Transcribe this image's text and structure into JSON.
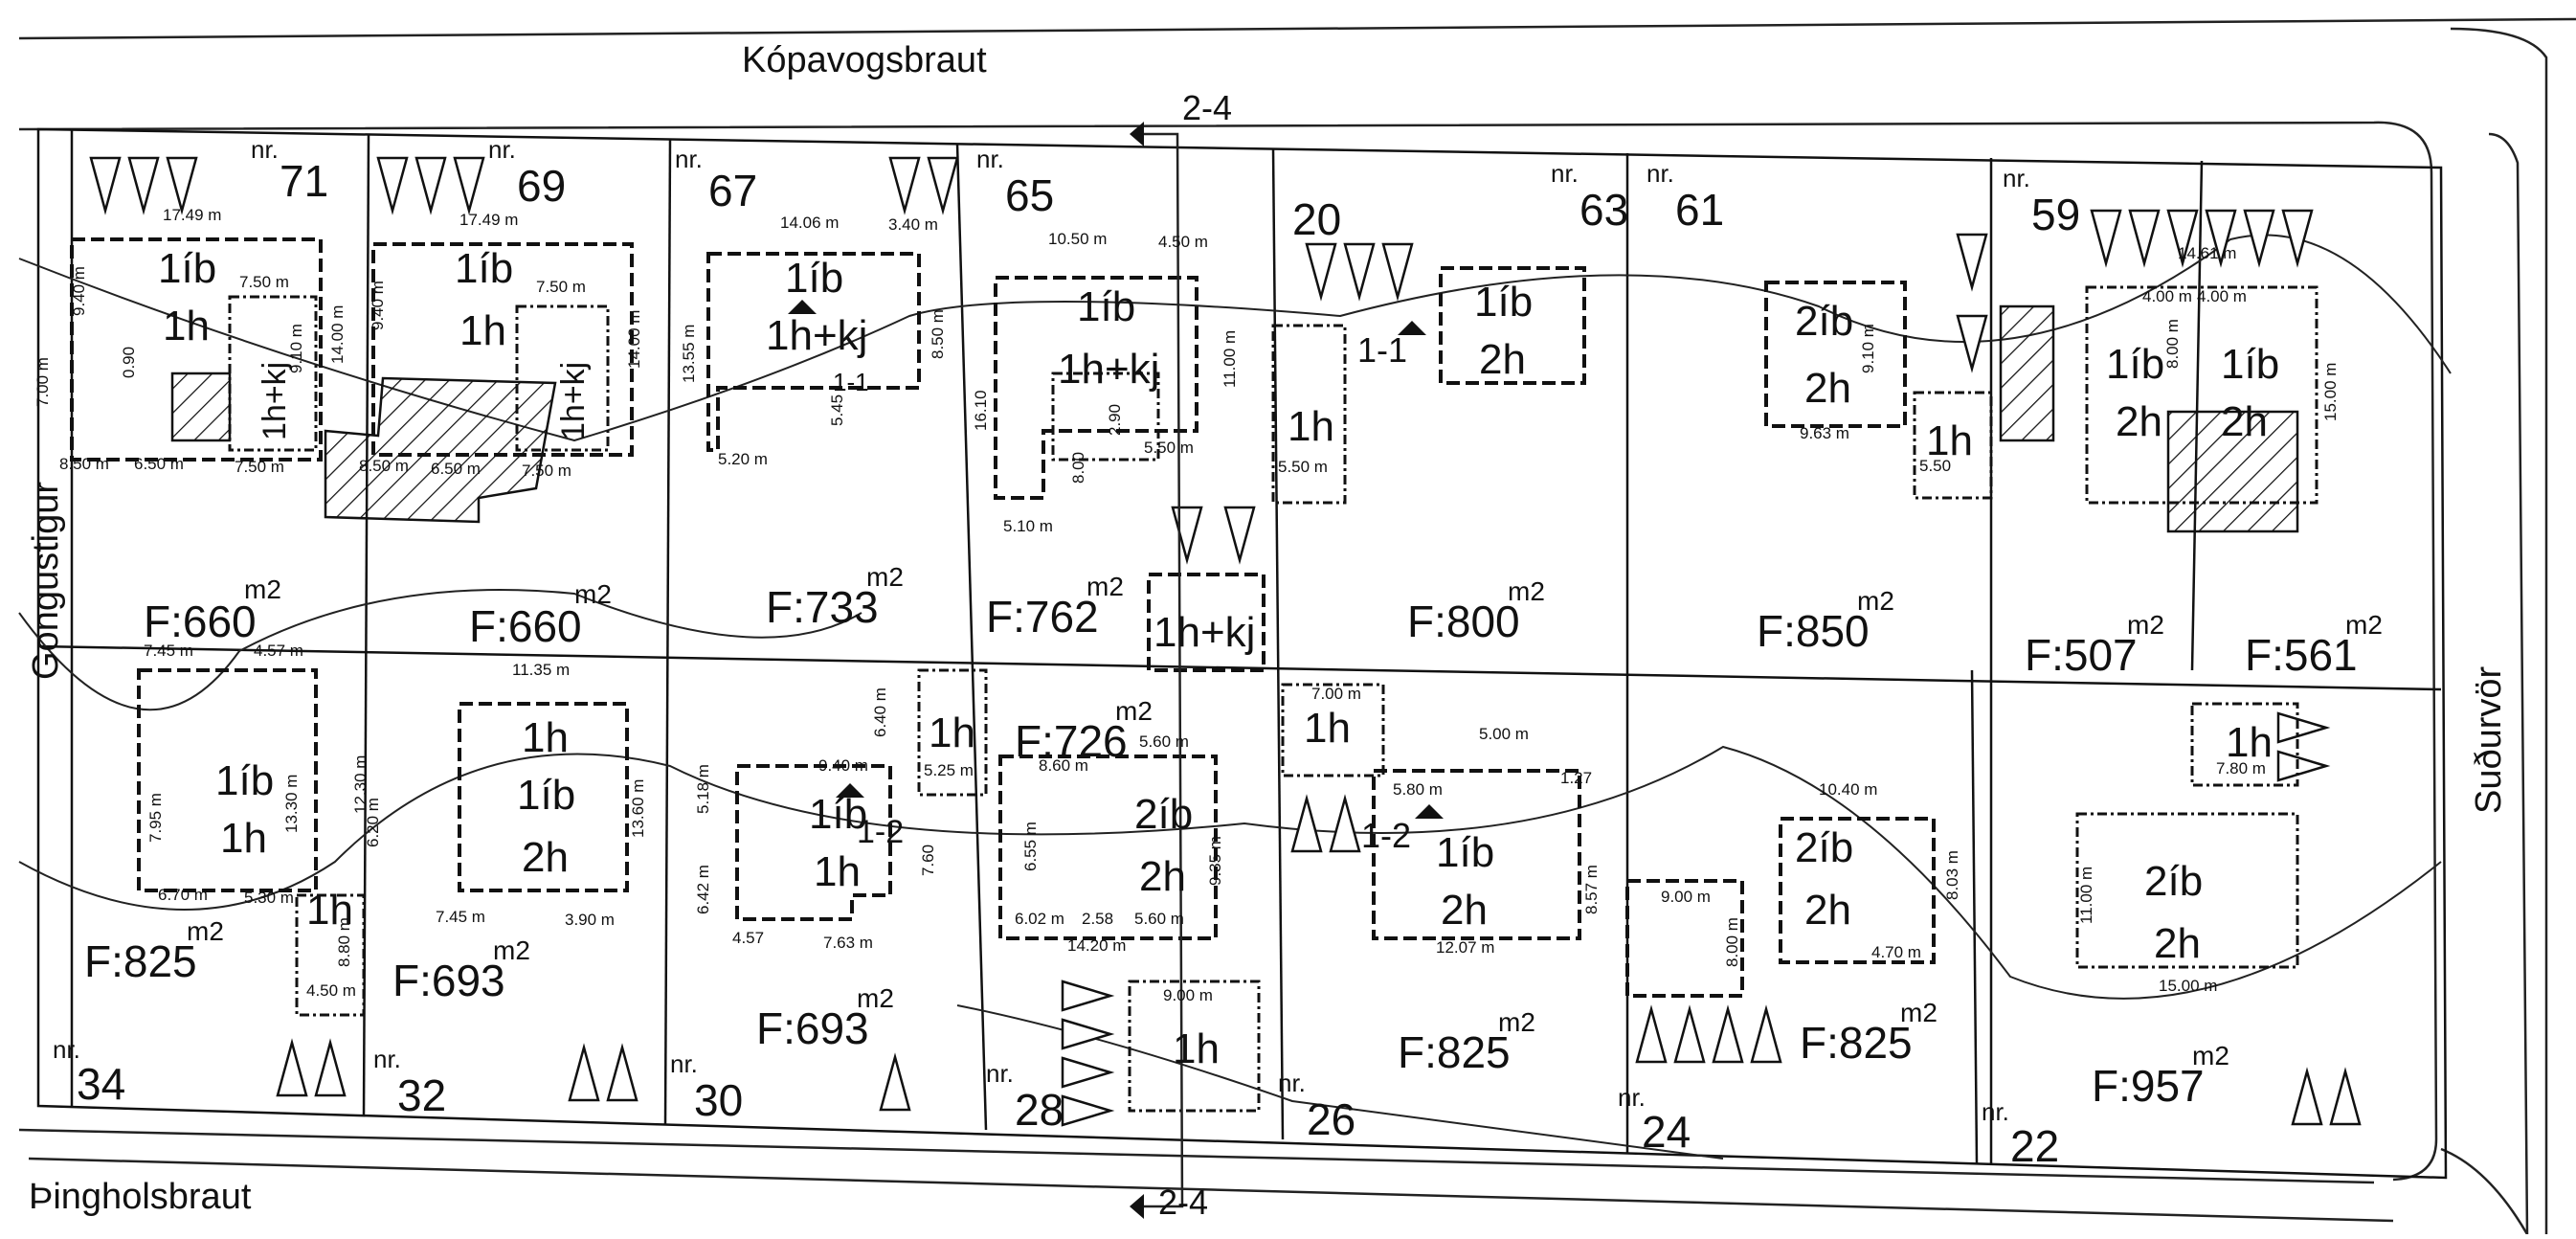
{
  "streets": {
    "north": "Kópavogsbraut",
    "south": "Þingholsbraut",
    "west": "Gongustigur",
    "east": "Suðurvör"
  },
  "section_marks": {
    "section_2_4": "2-4",
    "section_1_1": "1-1",
    "section_1_2": "1-2",
    "small_1_1": "1-1",
    "small_1_2": "1-2",
    "number_20": "20"
  },
  "lot_prefix": "nr.",
  "area_sup": "m2",
  "north_lots": [
    {
      "nr": "71",
      "area": "F:660",
      "units": [
        "1íb",
        "1h",
        "1h+kj"
      ]
    },
    {
      "nr": "69",
      "area": "F:660",
      "units": [
        "1íb",
        "1h",
        "1h+kj"
      ]
    },
    {
      "nr": "67",
      "area": "F:733",
      "units": [
        "1íb",
        "1h+kj"
      ]
    },
    {
      "nr": "65",
      "area": "F:762",
      "units": [
        "1íb",
        "1h+kj",
        "1h+kj"
      ]
    },
    {
      "nr": "63",
      "area": "F:800",
      "units": [
        "1íb",
        "2h",
        "1h"
      ]
    },
    {
      "nr": "61",
      "area": "F:850",
      "units": [
        "2íb",
        "2h",
        "1h"
      ]
    },
    {
      "nr": "59",
      "area": "F:507",
      "units": [
        "1íb",
        "2h"
      ]
    },
    {
      "nr": "",
      "area": "F:561",
      "units": [
        "1íb",
        "2h"
      ]
    }
  ],
  "south_lots": [
    {
      "nr": "34",
      "area": "F:825",
      "units": [
        "1íb",
        "1h",
        "1h"
      ]
    },
    {
      "nr": "32",
      "area": "F:693",
      "units": [
        "1h",
        "1íb",
        "2h"
      ]
    },
    {
      "nr": "30",
      "area": "F:693",
      "units": [
        "1íb",
        "1h",
        "1h"
      ]
    },
    {
      "nr": "28",
      "area": "F:726",
      "units": [
        "2íb",
        "2h",
        "1h"
      ]
    },
    {
      "nr": "26",
      "area": "F:825",
      "units": [
        "1h",
        "1íb",
        "2h"
      ]
    },
    {
      "nr": "24",
      "area": "F:825",
      "units": [
        "2íb",
        "2h"
      ]
    },
    {
      "nr": "22",
      "area": "F:957",
      "units": [
        "2íb",
        "2h",
        "1h"
      ]
    }
  ],
  "dimensions": {
    "d71a": "17.49 m",
    "d71b": "7.50 m",
    "d71c": "9.40 m",
    "d71d": "0.90",
    "d71e": "9.10 m",
    "d71f": "14.00 m",
    "d71g": "6.50 m",
    "d71h": "7.50 m",
    "d71i": "8.50 m",
    "d71j": "7.00 m",
    "d69a": "17.49 m",
    "d69b": "7.50 m",
    "d69c": "9.40 m",
    "d69d": "14.00 m",
    "d69e": "6.50 m",
    "d69f": "7.50 m",
    "d69g": "8.50 m",
    "d67a": "14.06 m",
    "d67b": "3.40 m",
    "d67c": "13.55 m",
    "d67d": "8.50 m",
    "d67e": "5.45",
    "d67f": "5.20 m",
    "d65a": "10.50 m",
    "d65b": "4.50 m",
    "d65c": "16.10",
    "d65d": "11.00 m",
    "d65e": "2.90",
    "d65f": "5.50 m",
    "d65g": "8.00",
    "d65h": "5.10 m",
    "d63a": "5.50 m",
    "d61a": "9.10 m",
    "d61b": "9.63 m",
    "d61c": "5.50",
    "d59a": "14.61 m",
    "d59b": "4.00 m",
    "d59c": "4.00 m",
    "d59d": "8.00 m",
    "d59e": "15.00 m",
    "d34a": "7.45 m",
    "d34b": "4.57 m",
    "d34c": "13.30 m",
    "d34d": "7.95 m",
    "d34e": "6.70 m",
    "d34f": "5.30 m",
    "d34g": "8.80 m",
    "d34h": "4.50 m",
    "d32a": "11.35 m",
    "d32b": "12.30 m",
    "d32c": "13.60 m",
    "d32d": "7.45 m",
    "d32e": "3.90 m",
    "d32f": "6.20 m",
    "d30a": "9.40 m",
    "d30b": "6.40 m",
    "d30c": "5.25 m",
    "d30d": "5.18 m",
    "d30e": "6.42 m",
    "d30f": "4.57",
    "d30g": "7.63 m",
    "d30h": "7.60",
    "d28a": "8.60 m",
    "d28b": "5.60 m",
    "d28c": "6.55 m",
    "d28d": "9.35 m",
    "d28e": "6.02 m",
    "d28f": "2.58",
    "d28g": "5.60 m",
    "d28h": "14.20 m",
    "d28i": "9.00 m",
    "d26a": "7.00 m",
    "d26b": "5.00 m",
    "d26c": "5.80 m",
    "d26d": "12.07 m",
    "d26e": "8.57 m",
    "d26f": "1.27",
    "d24a": "10.40 m",
    "d24b": "9.00 m",
    "d24c": "8.03 m",
    "d24d": "4.70 m",
    "d24e": "8.00 m",
    "d22a": "11.00 m",
    "d22b": "15.00 m",
    "d22c": "7.80 m"
  }
}
